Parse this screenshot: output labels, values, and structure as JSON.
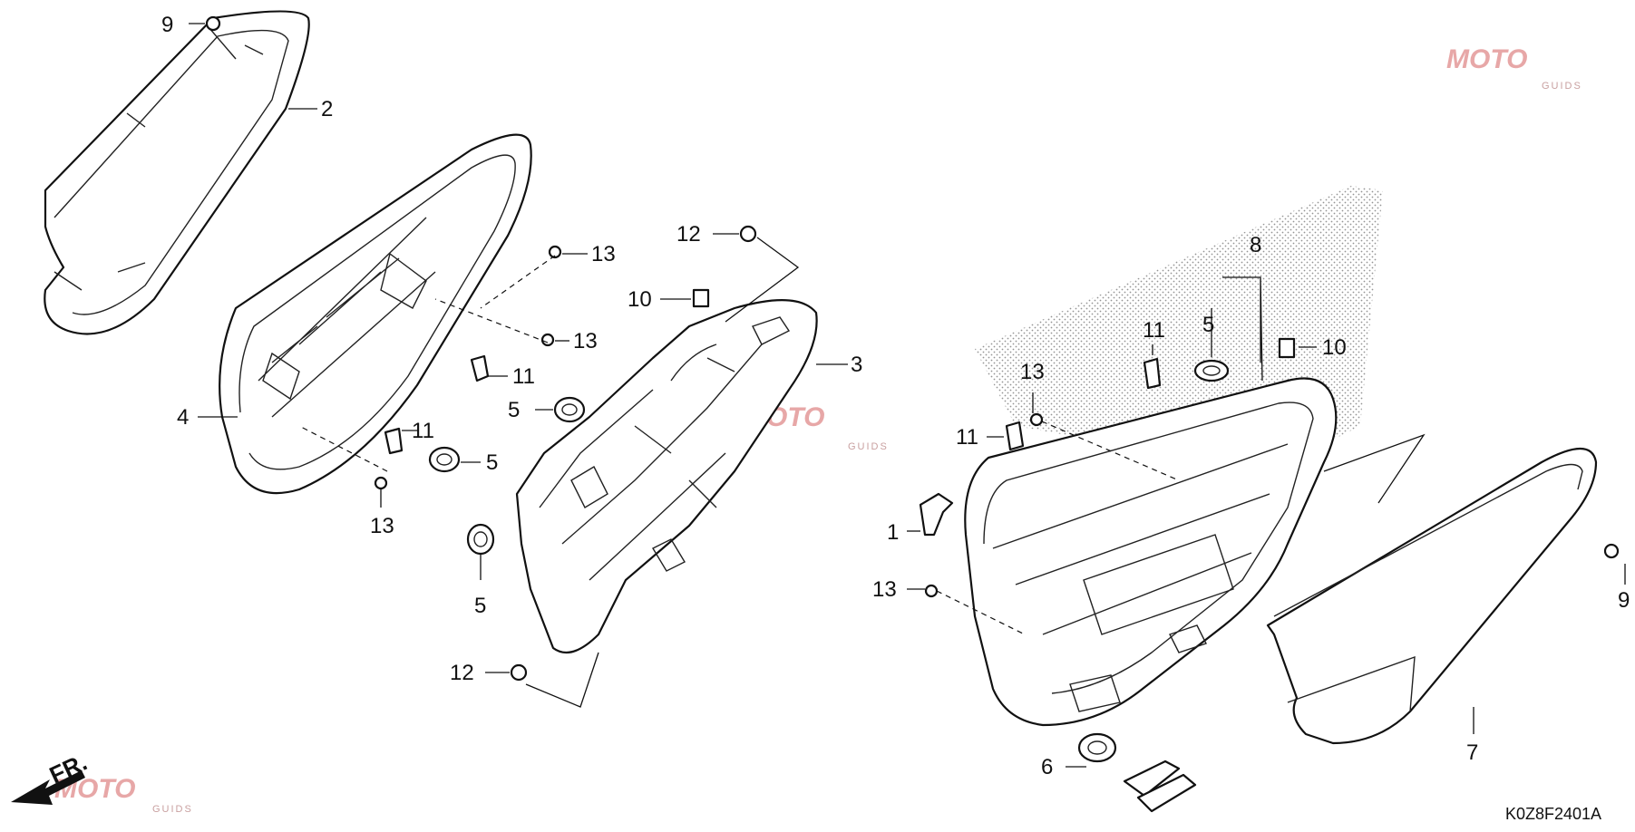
{
  "diagram_code": "K0Z8F2401A",
  "front_indicator": "FR.",
  "watermark": {
    "text": "MOTO",
    "subtext": "GUIDS",
    "color": "#e08a8a"
  },
  "callouts": {
    "c1": "1",
    "c2": "2",
    "c3": "3",
    "c4": "4",
    "c5a": "5",
    "c5b": "5",
    "c5c": "5",
    "c5d": "5",
    "c6": "6",
    "c7": "7",
    "c8": "8",
    "c9a": "9",
    "c9b": "9",
    "c10a": "10",
    "c10b": "10",
    "c11a": "11",
    "c11b": "11",
    "c11c": "11",
    "c11d": "11",
    "c12a": "12",
    "c12b": "12",
    "c13a": "13",
    "c13b": "13",
    "c13c": "13",
    "c13d": "13",
    "c13e": "13"
  }
}
